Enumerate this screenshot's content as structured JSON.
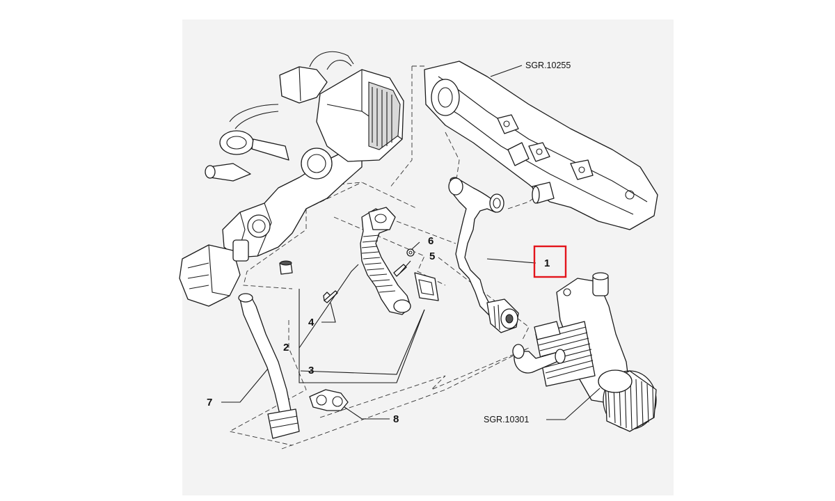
{
  "diagram": {
    "highlight_color": "#e3141b",
    "background_color": "#f3f3f3",
    "line_color": "#1a1a1a",
    "callouts": {
      "p1": "1",
      "p2": "2",
      "p3": "3",
      "p4": "4",
      "p5": "5",
      "p6": "6",
      "p7": "7",
      "p8": "8"
    },
    "references": {
      "upper": "SGR.10255",
      "lower": "SGR.10301"
    },
    "highlighted_callout": "1"
  }
}
